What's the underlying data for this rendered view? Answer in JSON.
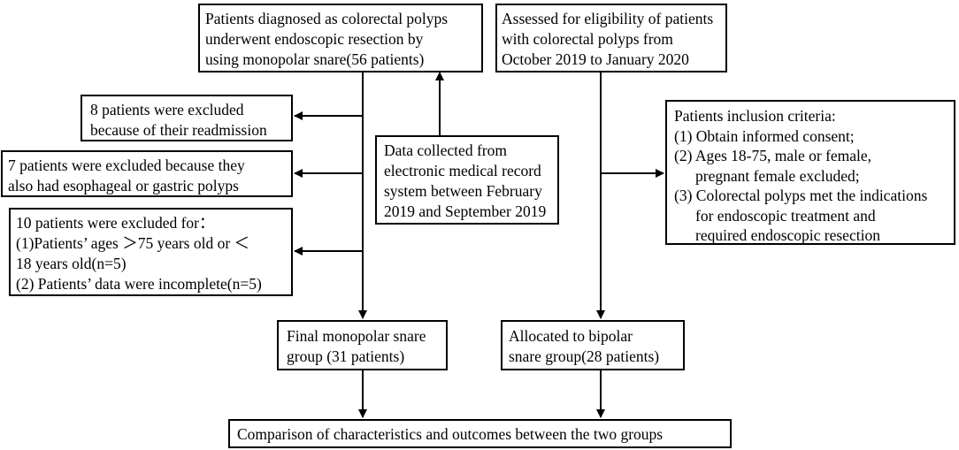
{
  "boxes": {
    "monopolar": {
      "lines": [
        "Patients diagnosed as colorectal polyps",
        "underwent endoscopic resection by",
        "using monopolar snare(56 patients)"
      ]
    },
    "eligibility": {
      "lines": [
        "Assessed for eligibility of patients",
        "with colorectal polyps from",
        "October 2019 to January 2020"
      ]
    },
    "excluded_readmission": {
      "lines": [
        "8 patients were excluded",
        "because of their readmission"
      ]
    },
    "excluded_polyps": {
      "lines": [
        "7 patients were excluded because they",
        "also had esophageal or gastric polyps"
      ]
    },
    "excluded_age_data": {
      "lines": [
        "10 patients were excluded for：",
        "(1)Patients’ ages ＞75 years old or ＜",
        "18 years old(n=5)",
        "(2) Patients’ data were incomplete(n=5)"
      ]
    },
    "data_collected": {
      "lines": [
        "Data collected from",
        "electronic medical record",
        "system between February",
        "2019 and September 2019"
      ]
    },
    "inclusion": {
      "title": "Patients inclusion criteria:",
      "criteria": [
        {
          "first": "(1)  Obtain informed consent;",
          "rest": []
        },
        {
          "first": "(2)  Ages 18-75, male or female,",
          "rest": [
            "pregnant female excluded;"
          ]
        },
        {
          "first": "(3)  Colorectal polyps met the indications",
          "rest": [
            "for endoscopic treatment and",
            "required endoscopic resection"
          ]
        }
      ]
    },
    "final_monopolar": {
      "lines": [
        "Final monopolar snare",
        "group (31 patients)"
      ]
    },
    "bipolar": {
      "lines": [
        "Allocated to bipolar",
        "snare group(28 patients)"
      ]
    },
    "comparison": {
      "lines": [
        "Comparison of characteristics and outcomes between the two groups"
      ]
    }
  },
  "colors": {
    "line": "#000000",
    "background": "#ffffff"
  }
}
